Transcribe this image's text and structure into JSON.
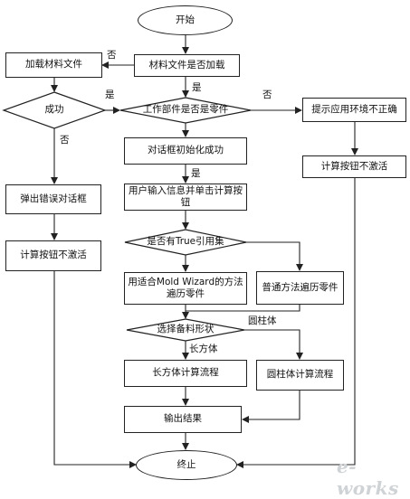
{
  "nodes": {
    "start": "开始",
    "check_material": "材料文件是否加载",
    "load_material": "加载材料文件",
    "success": "成功",
    "check_part": "工作部件是否是零件",
    "prompt_env": "提示应用环境不正确",
    "dialog_init": "对话框初始化成功",
    "error_dialog": "弹出错误对话框",
    "calc_disabled_right": "计算按钮不激活",
    "user_input": "用户输入信息并单击计算按钮",
    "calc_disabled_left": "计算按钮不激活",
    "check_true_ref": "是否有True引用集",
    "moldwizard_traverse": "用适合Mold Wizard的方法遍历零件",
    "normal_traverse": "普通方法遍历零件",
    "select_shape": "选择备料形状",
    "cuboid_calc": "长方体计算流程",
    "cylinder_calc": "圆柱体计算流程",
    "output": "输出结果",
    "end": "终止"
  },
  "edge_labels": {
    "material_no": "否",
    "success_yes": "是",
    "part_yes": "是",
    "part_no": "否",
    "success_no": "否",
    "dialog_yes": "是",
    "shape_cylinder": "圆柱体",
    "shape_cuboid": "长方体"
  },
  "watermark": "e-works"
}
